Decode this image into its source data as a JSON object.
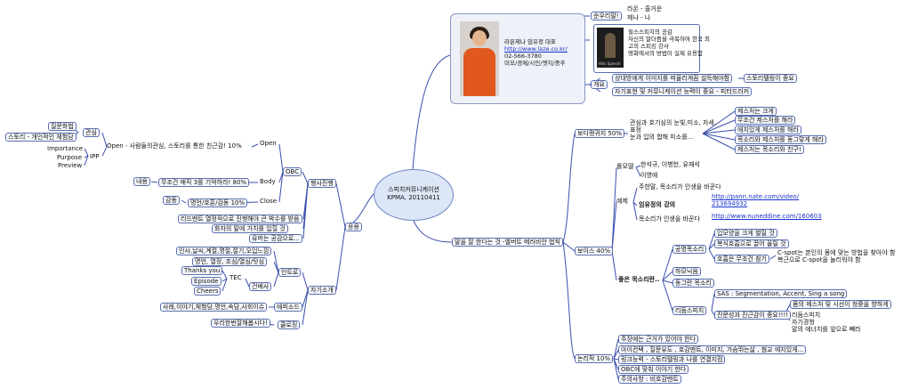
{
  "center": {
    "line1": "스피치커뮤니케이션",
    "line2": "KPMA, 20110411"
  },
  "profile": {
    "name": "라온제나 임유정 대표",
    "url": "http://www.laze.co.kr/",
    "phone": "02-566-3780",
    "tags": "미모/경제/시민/엣지/중후",
    "raon": "라온 - 즐거운",
    "jena": "제나 - 나",
    "pure_korean": "순우리말!",
    "book_text": "힐스스피치의 공감\n자신의 말더듬을 극복하여 한국 최\n고의 스피킹 강사\n영화에서의 방법이 실제 유용함",
    "book_cover_caption": "Hills Speech",
    "overview": "개요",
    "ov1": "상대방에게 이미지를 떠올리게끔 설득해야함",
    "ov1b": "스토리텔링이 중요",
    "ov2": "자기표현 및 커뮤니케이션 능력이 중요 - 피터드러커"
  },
  "right": {
    "law": "말을 잘 한다는 것 -엘버트 메러비안 법칙",
    "body": "보디랭귀지 50%",
    "body_desc": "관심과 호기심의 눈빛,미소, 자세,\n표정\n눈과 입의 합해 미소를...",
    "gestures": [
      "제스처는 크게",
      "무조건 제스처를 해라",
      "애지있게 제스처를 해라",
      "목소리와 제스처를 동그랗게 해라",
      "제스처는 목소리와 친구!"
    ],
    "voice": "보이스 40%",
    "rolemodel": "롤모델",
    "rm1": "한석규, 이병헌, 유재석",
    "rm2": "이영애",
    "example": "예제",
    "ex1": "주한말, 목소리가 인생을 바꾼다",
    "ex2": "임유정의 강의",
    "ex2_url": "http://pann.nate.com/video/\n213694932",
    "ex3": "목소리가 인생을 바꾼다",
    "ex3_url": "http://www.nuneddine.com/160603",
    "good_voice": "좋은 목소리란..",
    "resonance": "공명목소리",
    "res1": "입모양을 크게 벌릴 것",
    "res2": "복식호흡으로 끌어 올릴 것",
    "res3": "호흡은 무조건 참기",
    "cspot": "C-spot는 본인의 몸에 맞는 방법을 찾아야 함\n복근으로 C-spot을 늘리워야 함",
    "low": "하모닉음",
    "round": "동그란 목소리",
    "rhythm": "리듬스피치",
    "sas": "SAS : Segmentation, Accent,  Sing a song",
    "sincere": "진문성과 진근감이 중요!!!!",
    "sinc1": "몸의 제스처 및 시선이 청중을 향하게",
    "sinc2": "리듬스피치\n자기경청\n말의 에너지를 앞으로 빼라",
    "logic": "논리적 10%",
    "logic_items": [
      "주장에는 근거가 있어야 한다",
      "아이컨택 , 질문유도 , 호감멘트, 이미지, 가슴뛰는삶 , 첨교 에지있게...",
      "링크능력 - 스토리텔링과 나를 연결지컴",
      "OBC에 맞춰 이야기 한다",
      "주의사항 : 비호감멘트"
    ]
  },
  "left": {
    "relation": "응용",
    "practice": "행사진행",
    "obc": "OBC",
    "open": "Open",
    "open_desc": "Open - 사람들의관심, 스토리를 통한 친근감!   10%",
    "gwansim": "관심",
    "question": "질문화법",
    "story_case": "스토리 - 개인적인 체험담",
    "ipp": "IPP",
    "importance": "Importance",
    "purpose": "Purpose",
    "preview": "Preview",
    "body": "Body",
    "body_desc": "무조건 매직 3를 기억하라!  80%",
    "naeyong": "내용",
    "close": "Close",
    "close_desc": "명언/호훈/감동 10%",
    "gamdong": "감동",
    "p1": "리드멘트 열정적으로 진행해야 큰 박수를 받음",
    "p2": "화자의 말에 가치를 입힐 것",
    "p3": "유머는 공감으로...",
    "intro_self": "자기소개",
    "intro": "인트로",
    "i1": "인사,날씨,계절,명절,절기,오입느낌",
    "i2": "명언, 열정, 조심/열심/탓심",
    "tec": "TEC",
    "thanks": "Thanks you",
    "episode": "Episode",
    "cheers": "Cheers",
    "gunbae": "건배사",
    "episode_kr": "에피소드",
    "ep_desc": "사례,이야기,체험담,명언,속담,사회이슈",
    "closing": "클로징",
    "closing_desc": "우리한번잘해봅시다!"
  },
  "colors": {
    "line": "#3b4fae",
    "node_border": "#5b6fb0",
    "center_fill": "#dde6f6"
  }
}
